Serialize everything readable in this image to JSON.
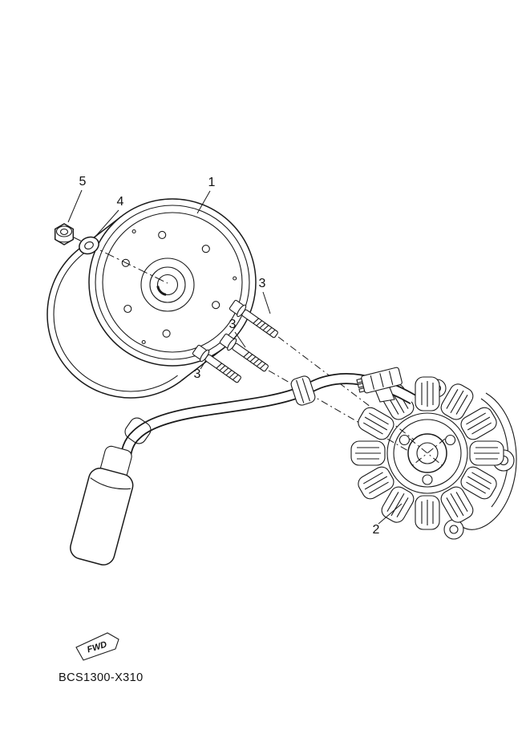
{
  "page": {
    "background": "#ffffff",
    "line_color": "#1a1a1a"
  },
  "diagram": {
    "part_code": "BCS1300-X310",
    "fwd": "FWD",
    "callouts": [
      {
        "id": "callout-1",
        "label": "1"
      },
      {
        "id": "callout-2",
        "label": "2"
      },
      {
        "id": "callout-3a",
        "label": "3"
      },
      {
        "id": "callout-3b",
        "label": "3"
      },
      {
        "id": "callout-3c",
        "label": "3"
      },
      {
        "id": "callout-4",
        "label": "4"
      },
      {
        "id": "callout-5",
        "label": "5"
      }
    ]
  }
}
